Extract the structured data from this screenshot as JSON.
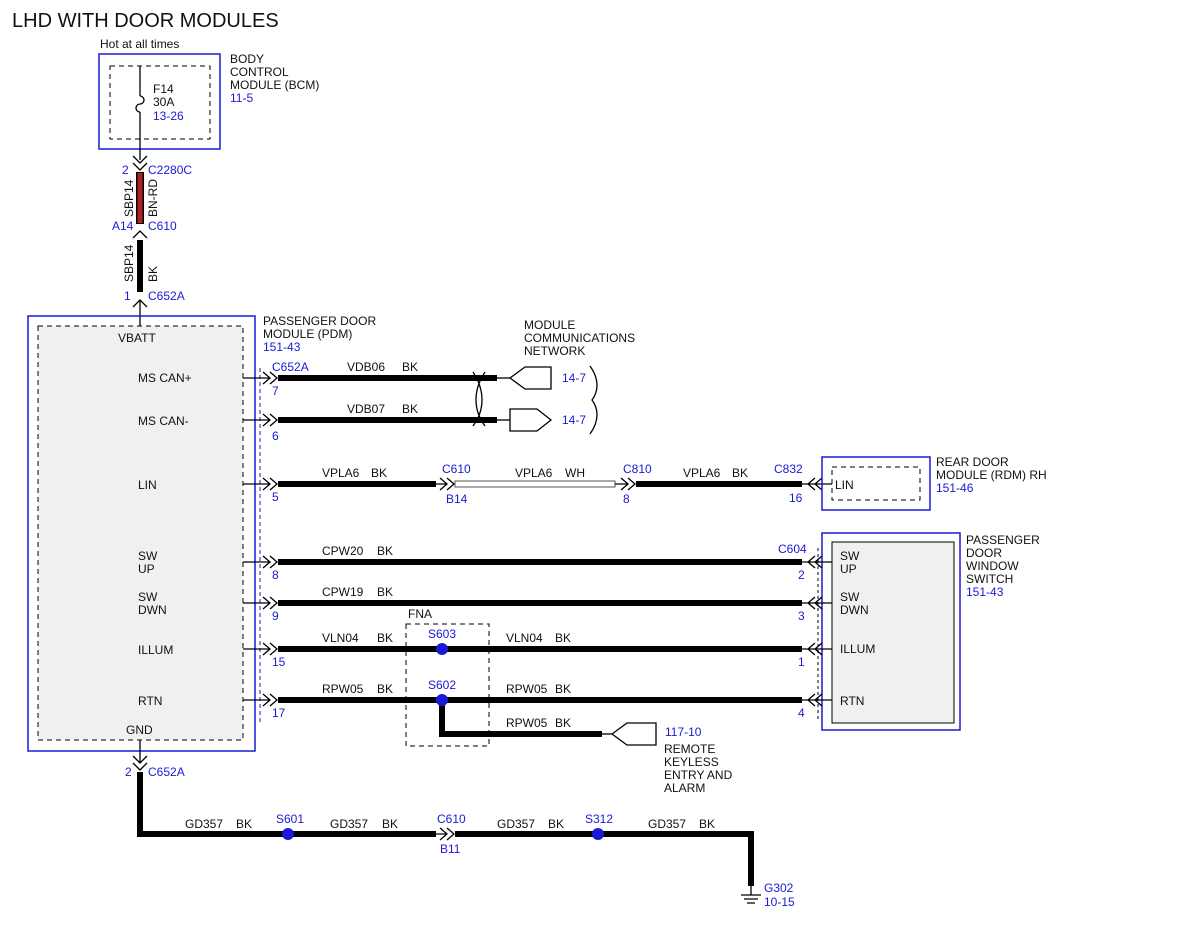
{
  "title": "LHD WITH DOOR MODULES",
  "hot_label": "Hot at all times",
  "bcm": {
    "name_lines": [
      "BODY",
      "CONTROL",
      "MODULE (BCM)"
    ],
    "ref": "11-5",
    "fuse": "F14",
    "fuse_rating": "30A",
    "fuse_ref": "13-26"
  },
  "connectors": {
    "c2280c": "C2280C",
    "c2280c_pin": "2",
    "c610_top": "C610",
    "c610_top_pin": "A14",
    "c652a_top": "C652A",
    "c652a_top_pin": "1",
    "c652a_pdm": "C652A",
    "c652a_bottom": "C652A",
    "c652a_bottom_pin": "2",
    "c610_mid": "C610",
    "c610_mid_pin": "B14",
    "c810": "C810",
    "c810_pin": "8",
    "c832": "C832",
    "c832_pin": "16",
    "c604": "C604",
    "c610_gnd": "C610",
    "c610_gnd_pin": "B11"
  },
  "wires_top": {
    "w1_circuit": "SBP14",
    "w1_color": "BN-RD",
    "w1_hex": "#b22222",
    "w2_circuit": "SBP14",
    "w2_color": "BK"
  },
  "pdm": {
    "name_lines": [
      "PASSENGER DOOR",
      "MODULE (PDM)"
    ],
    "ref": "151-43",
    "vbatt": "VBATT",
    "gnd": "GND",
    "pins": {
      "ms_can_plus": "MS CAN+",
      "ms_can_minus": "MS CAN-",
      "lin": "LIN",
      "sw_up_1": "SW",
      "sw_up_2": "UP",
      "sw_dwn_1": "SW",
      "sw_dwn_2": "DWN",
      "illum": "ILLUM",
      "rtn": "RTN"
    },
    "pin_numbers": {
      "can_plus": "7",
      "can_minus": "6",
      "lin": "5",
      "up": "8",
      "dwn": "9",
      "illum": "15",
      "rtn": "17"
    }
  },
  "network": {
    "label_lines": [
      "MODULE",
      "COMMUNICATIONS",
      "NETWORK"
    ],
    "ref1": "14-7",
    "ref2": "14-7"
  },
  "wires": {
    "can_plus": {
      "circuit": "VDB06",
      "color": "BK"
    },
    "can_minus": {
      "circuit": "VDB07",
      "color": "BK"
    },
    "lin_a": {
      "circuit": "VPLA6",
      "color": "BK"
    },
    "lin_b": {
      "circuit": "VPLA6",
      "color": "WH"
    },
    "lin_c": {
      "circuit": "VPLA6",
      "color": "BK"
    },
    "up": {
      "circuit": "CPW20",
      "color": "BK"
    },
    "dwn": {
      "circuit": "CPW19",
      "color": "BK"
    },
    "illum_a": {
      "circuit": "VLN04",
      "color": "BK"
    },
    "illum_b": {
      "circuit": "VLN04",
      "color": "BK"
    },
    "rtn_a": {
      "circuit": "RPW05",
      "color": "BK"
    },
    "rtn_b": {
      "circuit": "RPW05",
      "color": "BK"
    },
    "rtn_c": {
      "circuit": "RPW05",
      "color": "BK"
    },
    "gnd1": {
      "circuit": "GD357",
      "color": "BK"
    },
    "gnd2": {
      "circuit": "GD357",
      "color": "BK"
    },
    "gnd3": {
      "circuit": "GD357",
      "color": "BK"
    },
    "gnd4": {
      "circuit": "GD357",
      "color": "BK"
    }
  },
  "rdm": {
    "name_lines": [
      "REAR DOOR",
      "MODULE (RDM) RH"
    ],
    "ref": "151-46",
    "pin": "LIN"
  },
  "pdws": {
    "name_lines": [
      "PASSENGER",
      "DOOR",
      "WINDOW",
      "SWITCH"
    ],
    "ref": "151-43",
    "sw_up_1": "SW",
    "sw_up_2": "UP",
    "sw_dwn_1": "SW",
    "sw_dwn_2": "DWN",
    "illum": "ILLUM",
    "rtn": "RTN",
    "pin_numbers": {
      "up": "2",
      "dwn": "3",
      "illum": "1",
      "rtn": "4"
    }
  },
  "splices": {
    "fna": "FNA",
    "s603": "S603",
    "s602": "S602",
    "s601": "S601",
    "s312": "S312"
  },
  "rke": {
    "ref": "117-10",
    "label_lines": [
      "REMOTE",
      "KEYLESS",
      "ENTRY AND",
      "ALARM"
    ]
  },
  "ground": {
    "name": "G302",
    "ref": "10-15"
  }
}
